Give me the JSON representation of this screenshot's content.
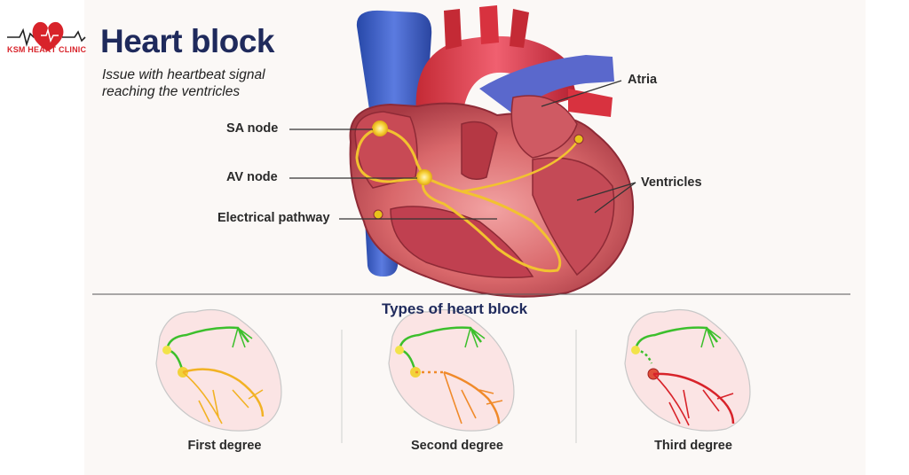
{
  "brand": {
    "name": "KSM HEART CLINIC"
  },
  "header": {
    "title": "Heart block",
    "subtitle": "Issue with heartbeat signal reaching the ventricles"
  },
  "labels": {
    "sa_node": "SA node",
    "av_node": "AV node",
    "electrical_pathway": "Electrical pathway",
    "atria": "Atria",
    "ventricles": "Ventricles"
  },
  "types": {
    "title": "Types of heart block",
    "items": [
      {
        "label": "First degree"
      },
      {
        "label": "Second degree"
      },
      {
        "label": "Third degree"
      }
    ]
  },
  "colors": {
    "title": "#1f2a5c",
    "brand": "#d8232a",
    "pathway": "#f2c230",
    "conduction_green": "#3cbf2c",
    "block_red": "#d8232a"
  }
}
